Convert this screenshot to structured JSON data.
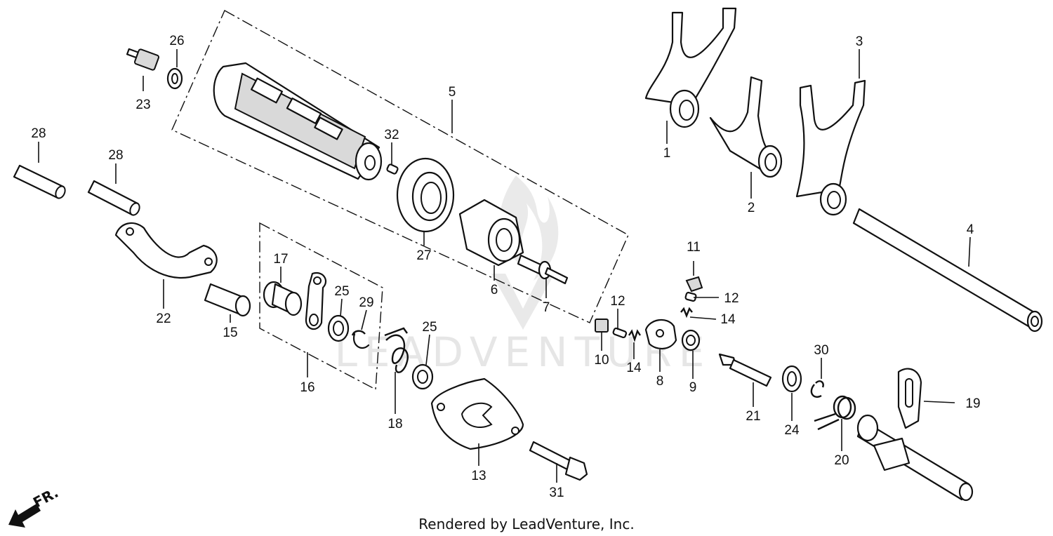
{
  "watermark": "LEADVENTURE",
  "credit": "Rendered by LeadVenture, Inc.",
  "direction_label": "FR.",
  "callouts": {
    "c1": "1",
    "c2": "2",
    "c3": "3",
    "c4": "4",
    "c5": "5",
    "c6": "6",
    "c7": "7",
    "c8": "8",
    "c9": "9",
    "c10": "10",
    "c11": "11",
    "c12a": "12",
    "c12b": "12",
    "c13": "13",
    "c14a": "14",
    "c14b": "14",
    "c15": "15",
    "c16": "16",
    "c17": "17",
    "c18": "18",
    "c19": "19",
    "c20": "20",
    "c21": "21",
    "c22": "22",
    "c23": "23",
    "c24": "24",
    "c25a": "25",
    "c25b": "25",
    "c26": "26",
    "c27": "27",
    "c28a": "28",
    "c28b": "28",
    "c29": "29",
    "c30": "30",
    "c31": "31",
    "c32": "32"
  }
}
